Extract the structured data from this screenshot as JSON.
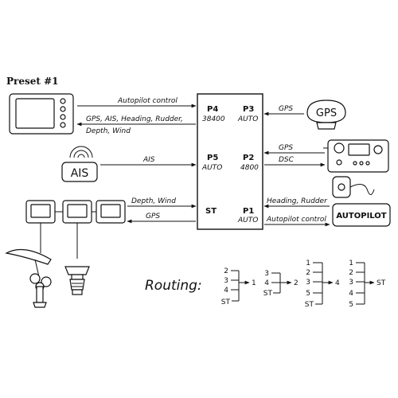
{
  "preset_title": "Preset #1",
  "ports": {
    "p4": {
      "name": "P4",
      "baud": "38400"
    },
    "p3": {
      "name": "P3",
      "baud": "AUTO"
    },
    "p5": {
      "name": "P5",
      "baud": "AUTO"
    },
    "p2": {
      "name": "P2",
      "baud": "4800"
    },
    "st": {
      "name": "ST"
    },
    "p1": {
      "name": "P1",
      "baud": "AUTO"
    }
  },
  "links": {
    "autopilot_control_left": "Autopilot control",
    "gps_ais_heading": "GPS, AIS, Heading, Rudder,",
    "depth_wind_left": "Depth, Wind",
    "ais_in": "AIS",
    "depth_wind_st": "Depth, Wind",
    "gps_st": "GPS",
    "gps_p3": "GPS",
    "gps_p2": "GPS",
    "dsc_p2": "DSC",
    "heading_rudder": "Heading, Rudder",
    "autopilot_control_right": "Autopilot control"
  },
  "devices": {
    "gps_label": "GPS",
    "ais_label": "AIS",
    "autopilot_label": "AUTOPILOT"
  },
  "routing": {
    "title": "Routing:",
    "group1": {
      "inputs": [
        "2",
        "3",
        "4",
        "ST"
      ],
      "output": "1"
    },
    "group2": {
      "inputs": [
        "3",
        "4",
        "ST"
      ],
      "output": "2"
    },
    "group3": {
      "inputs": [
        "1",
        "2",
        "3",
        "5",
        "ST"
      ],
      "output": "4"
    },
    "group4": {
      "inputs": [
        "1",
        "2",
        "3",
        "4",
        "5"
      ],
      "output": "ST"
    }
  }
}
